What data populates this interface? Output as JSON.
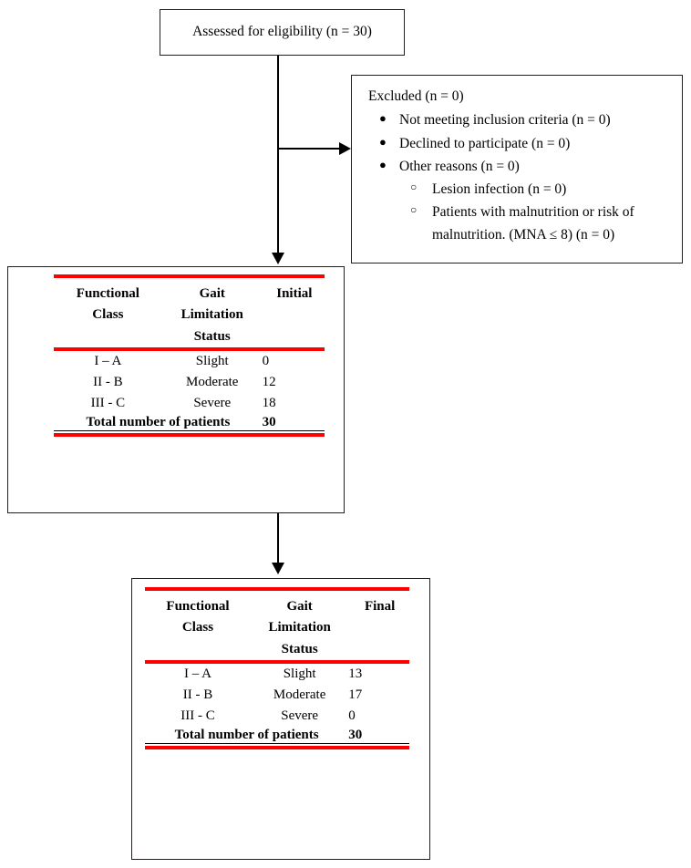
{
  "flowchart": {
    "assessed": {
      "text": "Assessed for eligibility (n = 30)"
    },
    "excluded": {
      "title": "Excluded (n = 0)",
      "bullet_glyph": "●",
      "subbullet_glyph": "○",
      "items": [
        "Not meeting inclusion criteria (n = 0)",
        "Declined to participate (n = 0)",
        "Other reasons (n = 0)"
      ],
      "subitems": [
        {
          "line1": "Lesion infection (n = 0)",
          "line2": ""
        },
        {
          "line1": "Patients with malnutrition or risk of",
          "line2": "malnutrition. (MNA ≤ 8) (n = 0)"
        }
      ]
    },
    "table_initial": {
      "headers": {
        "col1_line1": "Functional",
        "col1_line2": "Class",
        "col2_line1": "Gait",
        "col2_line2": "Limitation",
        "col2_line3": "Status",
        "col3": "Initial"
      },
      "rows": [
        {
          "class": "I – A",
          "status": "Slight",
          "count": "0"
        },
        {
          "class": "II - B",
          "status": "Moderate",
          "count": "12"
        },
        {
          "class": "III - C",
          "status": "Severe",
          "count": "18"
        }
      ],
      "total_label": "Total number of patients",
      "total_value": "30"
    },
    "table_final": {
      "headers": {
        "col1_line1": "Functional",
        "col1_line2": "Class",
        "col2_line1": "Gait",
        "col2_line2": "Limitation",
        "col2_line3": "Status",
        "col3": "Final"
      },
      "rows": [
        {
          "class": "I – A",
          "status": "Slight",
          "count": "13"
        },
        {
          "class": "II - B",
          "status": "Moderate",
          "count": "17"
        },
        {
          "class": "III - C",
          "status": "Severe",
          "count": "0"
        }
      ],
      "total_label": "Total number of patients",
      "total_value": "30"
    },
    "colors": {
      "rule_red": "#ff0000",
      "border_black": "#231f20",
      "connector_black": "#000000"
    }
  }
}
